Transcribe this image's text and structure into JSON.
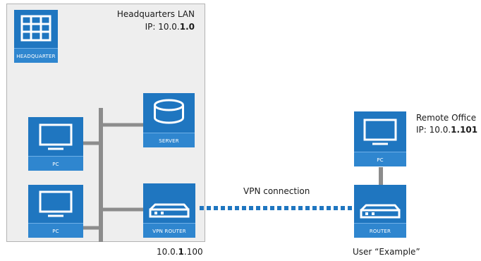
{
  "hq": {
    "title": "Headquarters LAN",
    "ip_prefix": "IP: 10.0.",
    "ip_bold": "1.0"
  },
  "remote": {
    "title": "Remote Office",
    "ip_prefix": "IP: 10.0.",
    "ip_bold": "1.101"
  },
  "nodes": {
    "headquarter": "HEADQUARTER",
    "server": "SERVER",
    "pc_top": "PC",
    "pc_bottom": "PC",
    "vpn_router": "VPN ROUTER",
    "remote_pc": "PC",
    "router": "ROUTER"
  },
  "vpn": {
    "label": "VPN connection"
  },
  "vpn_router_ip": {
    "prefix": "10.0.",
    "bold": "1",
    "suffix": ".100"
  },
  "user": {
    "label": "User “Example”"
  },
  "colors": {
    "tile": "#1f76c0",
    "link": "#8c8c8c",
    "vpn_dashes": "#1f76c0",
    "hq_background": "#eeeeee"
  }
}
